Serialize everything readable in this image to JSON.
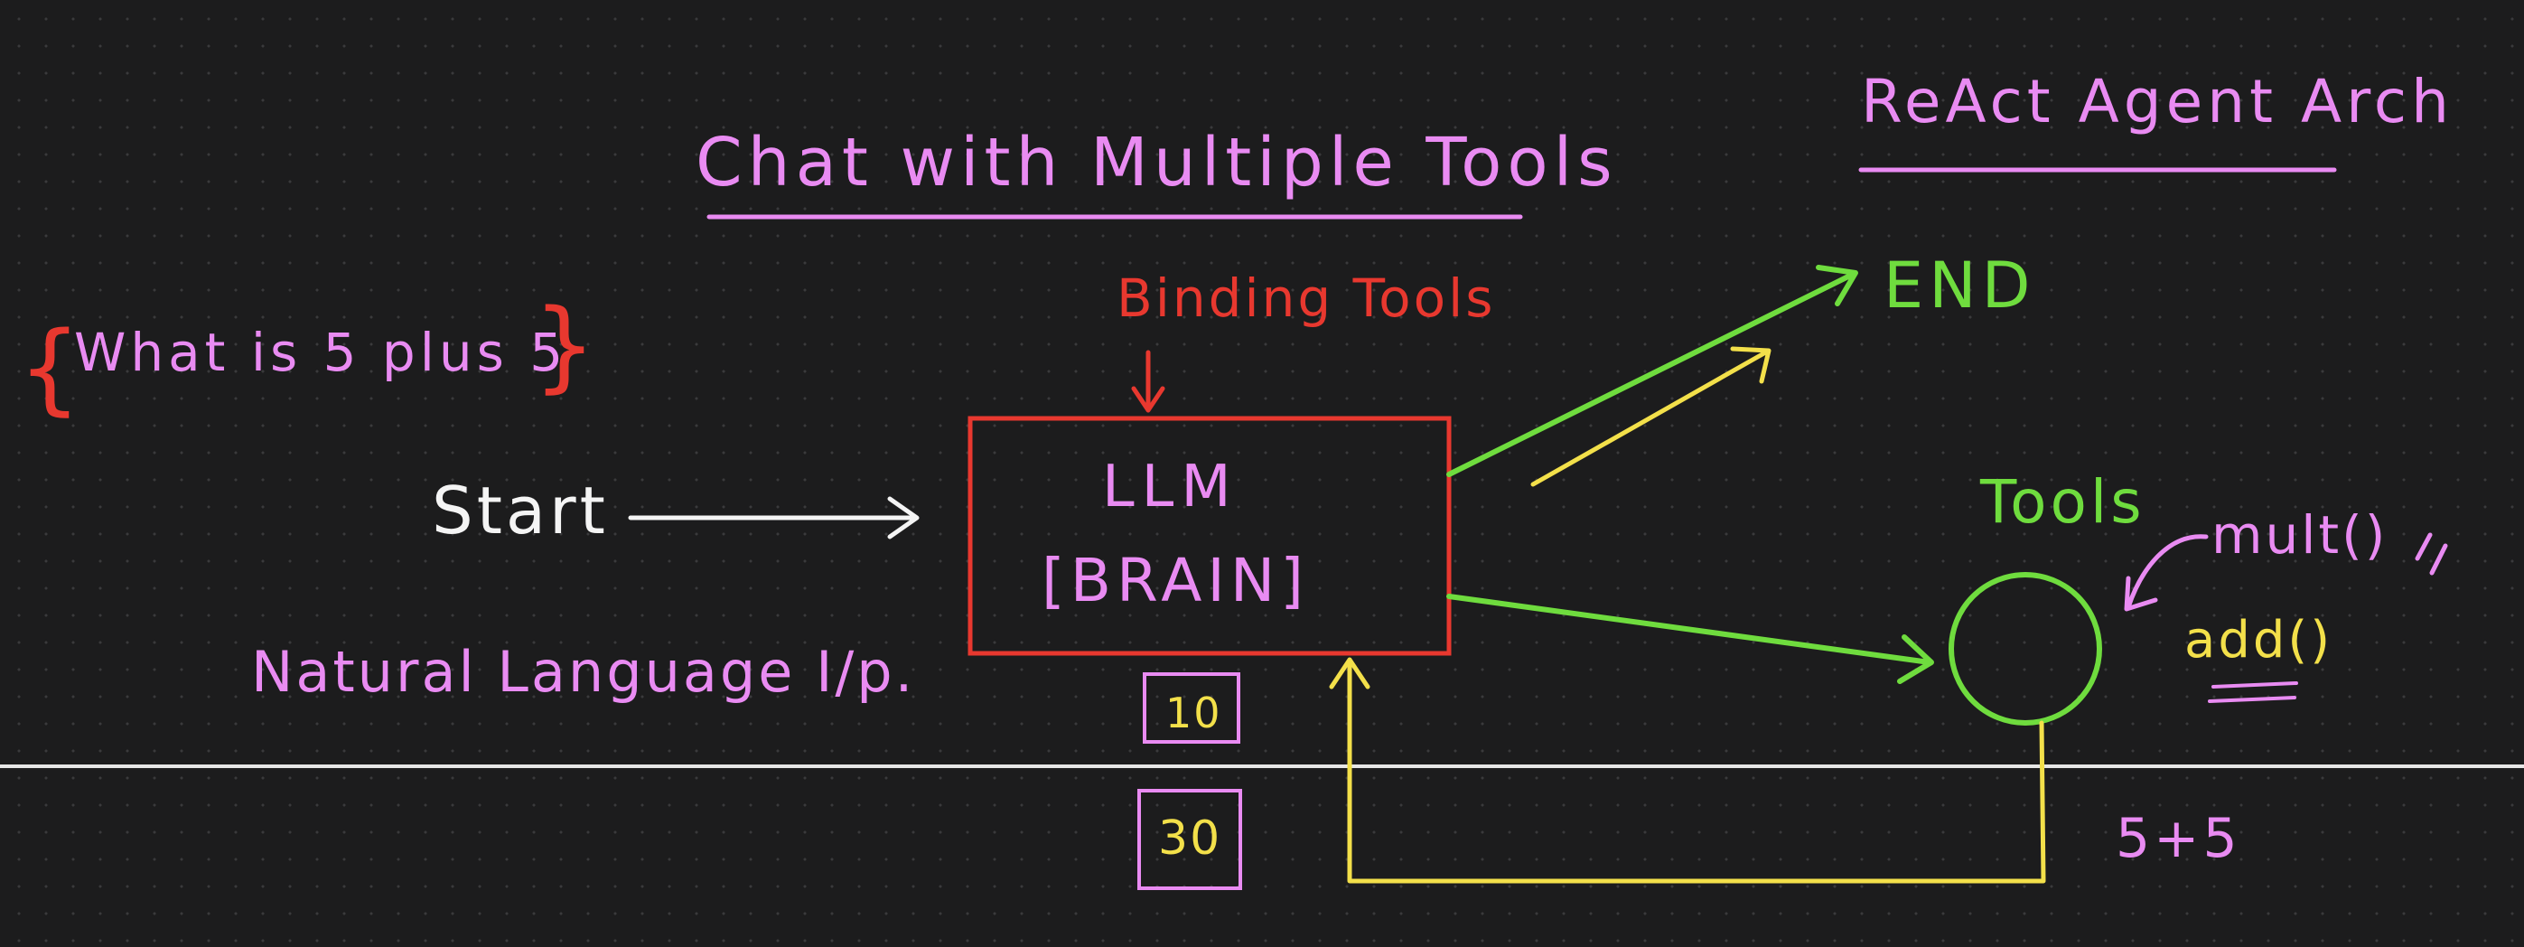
{
  "colors": {
    "background": "#1c1c1d",
    "grid_dot": "#3a3a3c",
    "magenta": "#e98bf2",
    "red": "#e8382f",
    "green": "#6fdc3e",
    "yellow": "#f3e04a",
    "white": "#f4f4f4"
  },
  "titles": {
    "main": "Chat with Multiple Tools",
    "corner": "ReAct Agent Arch"
  },
  "labels": {
    "query": "What is 5 plus 5",
    "start": "Start",
    "natural_input": "Natural Language I/p.",
    "binding_tools": "Binding Tools",
    "llm": "LLM",
    "brain": "[BRAIN]",
    "end": "END",
    "tools": "Tools",
    "mult": "mult()",
    "add": "add()",
    "sum_expr": "5+5",
    "result_10": "10",
    "result_30": "30"
  }
}
